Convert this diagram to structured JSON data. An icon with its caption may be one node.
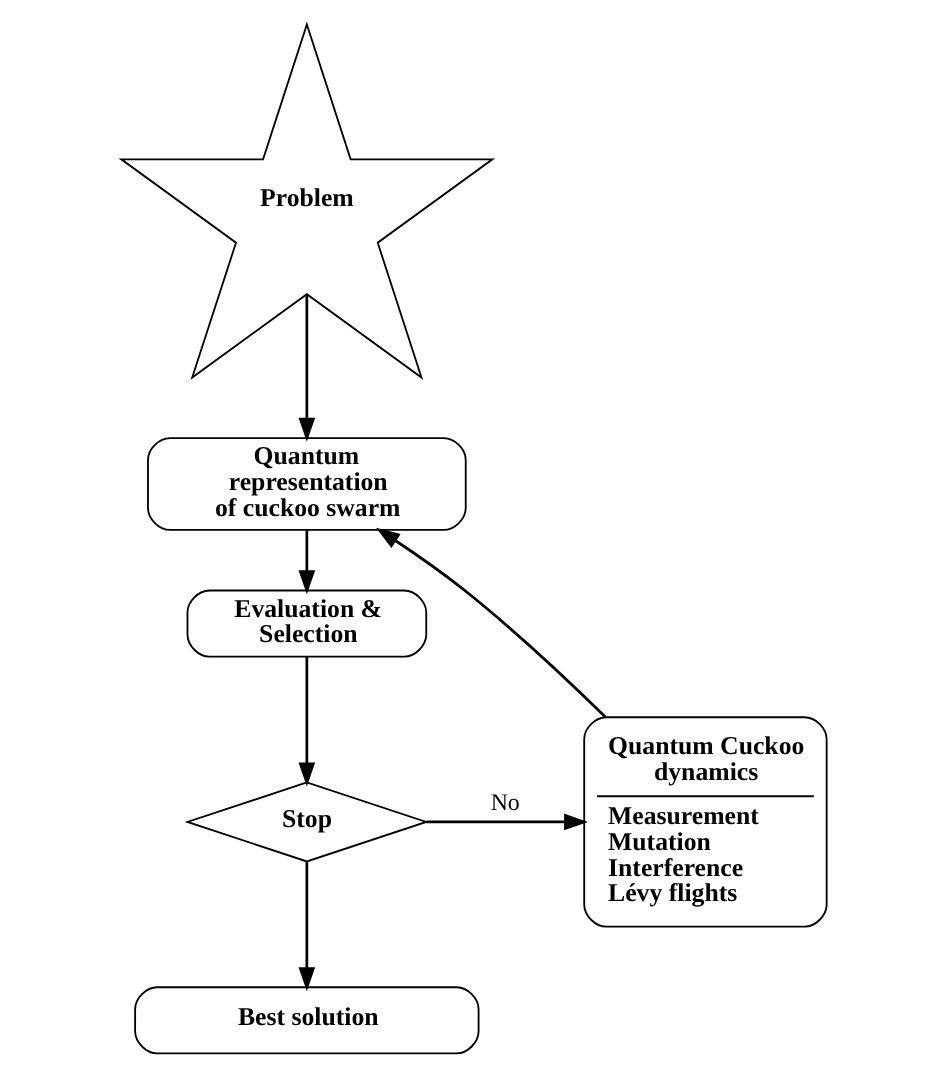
{
  "diagram": {
    "nodes": [
      {
        "text": [
          "Problem"
        ]
      },
      {
        "text": [
          "Quantum representation of cuckoo swarm"
        ]
      },
      {
        "text": [
          "Evaluation & Selection"
        ]
      },
      {
        "text": [
          "Stop"
        ]
      },
      {
        "text": [
          "Best solution"
        ]
      },
      {
        "text": [
          "Quantum Cuckoo dynamics",
          "Measurement Mutation Interference Lévy flights"
        ]
      }
    ],
    "edges": [
      {
        "from": 0,
        "to": 1,
        "arrow": "to"
      },
      {
        "from": 1,
        "to": 2,
        "arrow": "to"
      },
      {
        "from": 2,
        "to": 3,
        "arrow": "to"
      },
      {
        "from": 3,
        "to": 4,
        "arrow": "to"
      },
      {
        "from": 3,
        "to": 5,
        "arrow": "to",
        "label": "No"
      },
      {
        "from": 5,
        "to": 1,
        "arrow": "to"
      }
    ]
  }
}
